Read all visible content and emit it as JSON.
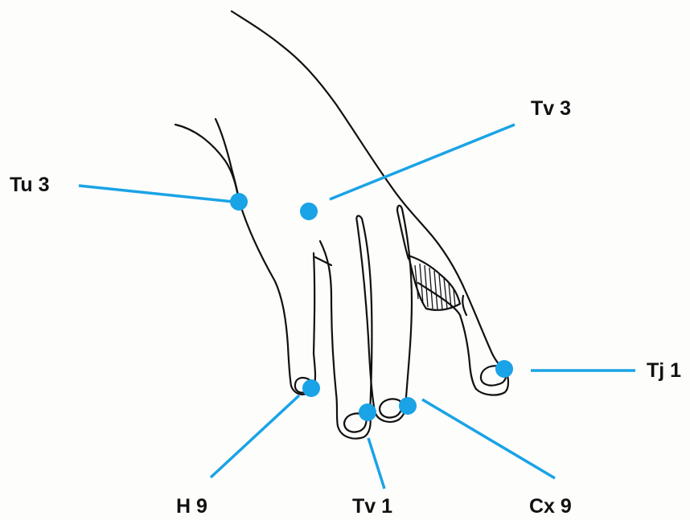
{
  "accent_color": "#1aa3e6",
  "labels": {
    "tu3": "Tu 3",
    "tv3": "Tv 3",
    "tj1": "Tj 1",
    "h9": "H 9",
    "tv1": "Tv 1",
    "cx9": "Cx 9"
  }
}
